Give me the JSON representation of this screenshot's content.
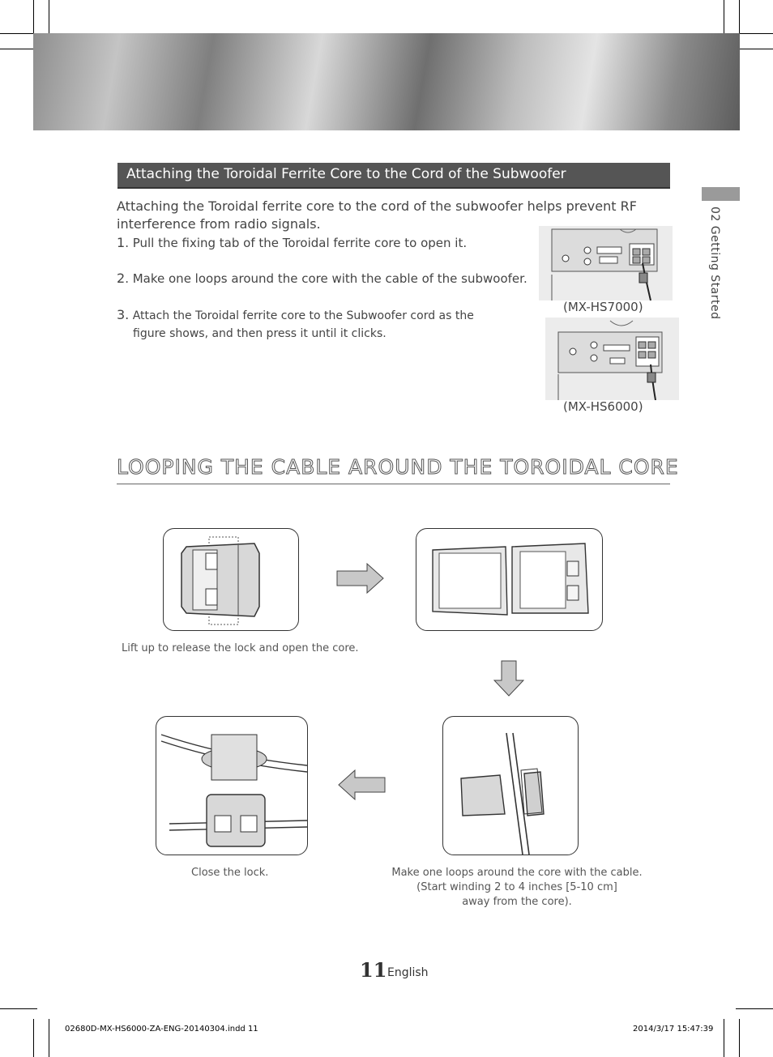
{
  "section_title": "Attaching the Toroidal Ferrite Core to the Cord of the Subwoofer",
  "intro": "Attaching the Toroidal ferrite core to the cord of the subwoofer helps prevent RF interference from radio signals.",
  "steps": [
    {
      "num": "1",
      "text": ". Pull the fixing tab of the Toroidal ferrite core to open it."
    },
    {
      "num": "2",
      "text": ". Make one loops around the core with the cable of the subwoofer."
    },
    {
      "num": "3.",
      "line1": "Attach the Toroidal ferrite core to the Subwoofer  cord as the",
      "line2": "figure shows, and then press it until it clicks."
    }
  ],
  "models": [
    "(MX-HS7000)",
    "(MX-HS6000)"
  ],
  "side_tab": "02   Getting Started",
  "heading": "LOOPING THE CABLE AROUND THE TOROIDAL CORE",
  "captions": {
    "lift": "Lift up to release the lock and open the core.",
    "close": "Close the lock.",
    "loop_line1": "Make one loops around the core with the cable.",
    "loop_line2": "(Start winding 2 to 4 inches [5-10 cm]",
    "loop_line3": "away from the core)."
  },
  "page_number": "11",
  "page_language": "English",
  "footer_left": "02680D-MX-HS6000-ZA-ENG-20140304.indd   11",
  "footer_right": "2014/3/17   15:47:39",
  "colors": {
    "section_bar": "#555555",
    "arrow_fill": "#c8c8c8",
    "text": "#444444"
  }
}
